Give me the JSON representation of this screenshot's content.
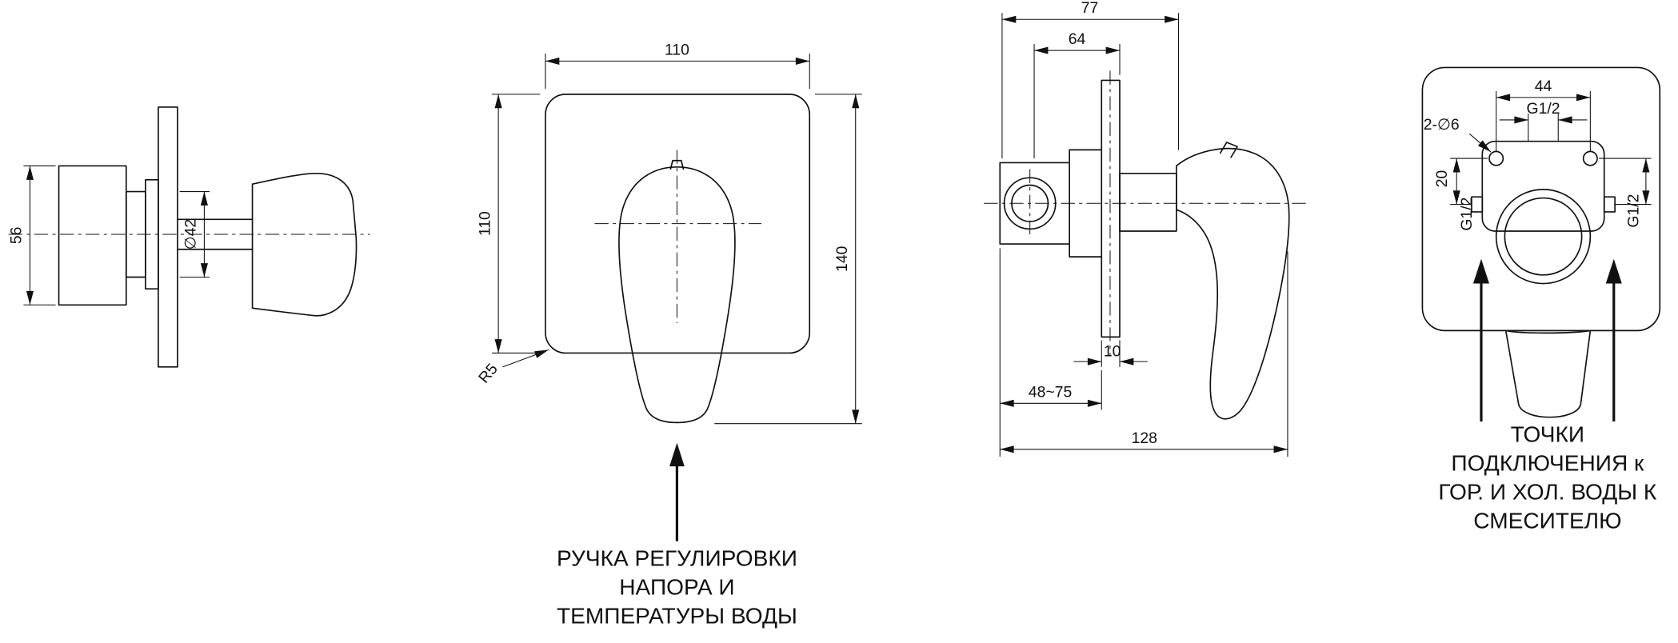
{
  "colors": {
    "line": "#111111",
    "background": "#ffffff"
  },
  "views": {
    "side": {
      "dim_body_height": "56",
      "dim_cartridge_diameter": "∅42"
    },
    "front": {
      "dim_plate_width": "110",
      "dim_plate_height": "110",
      "dim_overall_height": "140",
      "corner_radius": "R5",
      "caption": [
        "РУЧКА РЕГУЛИРОВКИ",
        "НАПОРА И",
        "ТЕМПЕРАТУРЫ ВОДЫ"
      ]
    },
    "section": {
      "dim_total_depth": "77",
      "dim_front_depth": "64",
      "dim_plate_thickness": "10",
      "dim_mount_depth_range": "48~75",
      "dim_overall_length": "128"
    },
    "back": {
      "dim_hole_spacing": "44",
      "thread_center": "G1/2",
      "mount_holes": "2-∅6",
      "dim_port_offset": "20",
      "thread_left": "G1/2",
      "thread_right": "G1/2",
      "caption": [
        "ТОЧКИ",
        "ПОДКЛЮЧЕНИЯ к",
        "ГОР. И ХОЛ. ВОДЫ К",
        "СМЕСИТЕЛЮ"
      ]
    }
  }
}
